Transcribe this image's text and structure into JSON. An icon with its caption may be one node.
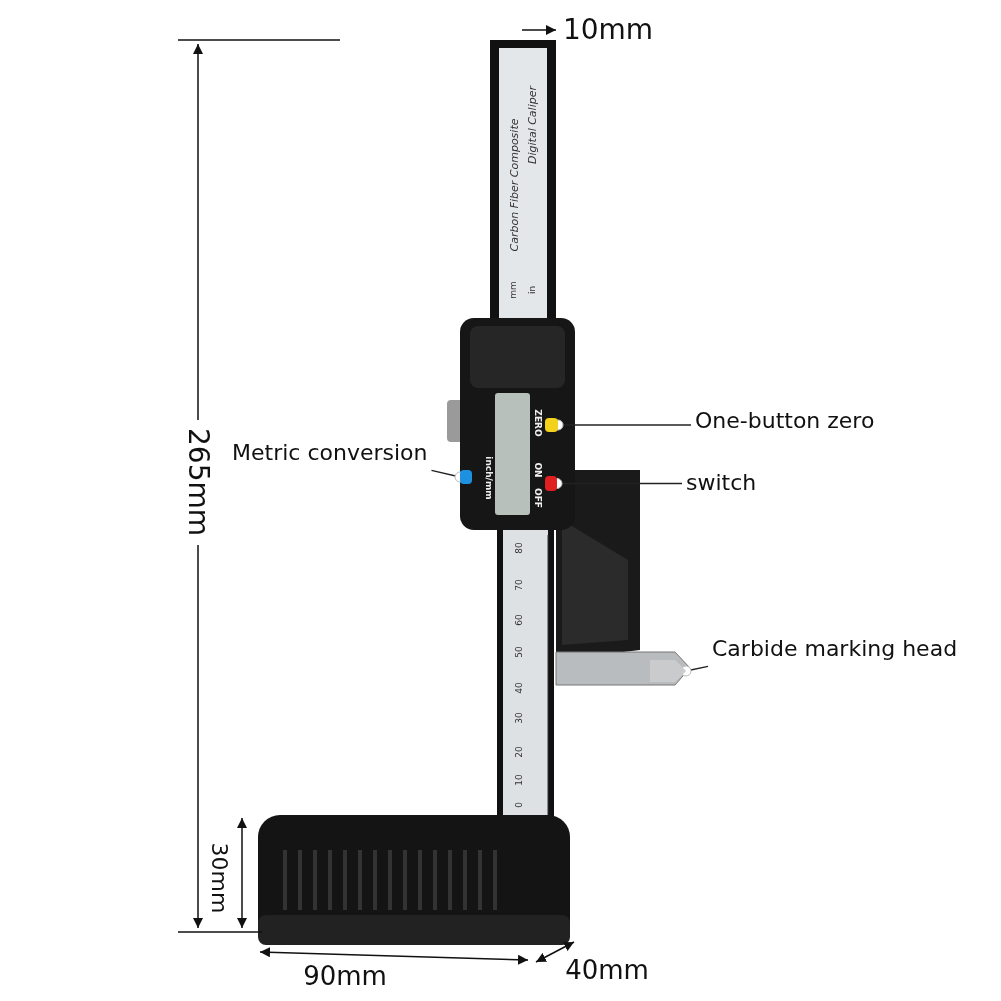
{
  "diagram": {
    "nodes": [
      {
        "text": [
          "One-button zero"
        ]
      },
      {
        "text": [],
        "shape": "box"
      },
      {
        "text": [
          "Metric conversion"
        ]
      },
      {
        "text": [],
        "shape": "box"
      },
      {
        "text": [
          "switch"
        ]
      },
      {
        "text": [],
        "shape": "box"
      },
      {
        "text": [
          "Carbide marking head"
        ]
      },
      {
        "text": [],
        "shape": "box"
      }
    ],
    "edges": [
      {
        "from": 0,
        "to": 1,
        "arrow": "other"
      },
      {
        "from": 2,
        "to": 3,
        "arrow": "other"
      },
      {
        "from": 4,
        "to": 5,
        "arrow": "other"
      },
      {
        "from": 6,
        "to": 7,
        "arrow": "other"
      }
    ],
    "labels": [
      "10mm",
      "Carbon Fiber Composite",
      "Digital Caliper",
      "mm",
      "in",
      "265mm",
      "ZERO",
      "inch/mm",
      "ON",
      "OFF",
      "80",
      "70",
      "60",
      "50",
      "40",
      "30",
      "20",
      "10",
      "0",
      "30mm",
      "90mm",
      "40mm"
    ]
  }
}
